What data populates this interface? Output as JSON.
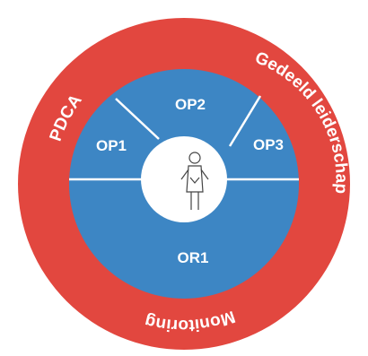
{
  "diagram": {
    "outer_ring": {
      "labels": [
        "PDCA",
        "Gedeeld leiderschap",
        "Monitoring"
      ]
    },
    "inner_segments": {
      "op1": "OP1",
      "op2": "OP2",
      "op3": "OP3",
      "or1": "OR1"
    },
    "center": {
      "icon": "stick-figure-icon"
    },
    "colors": {
      "outer_ring": "#e2473f",
      "inner_disc": "#3d86c4",
      "divider": "#ffffff",
      "center": "#ffffff",
      "label": "#ffffff"
    }
  }
}
